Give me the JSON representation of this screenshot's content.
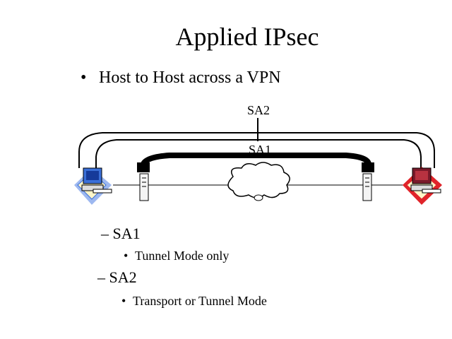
{
  "slide": {
    "title": "Applied IPsec",
    "bullet_marker": "•",
    "bullet": "Host to Host across a VPN",
    "diagram": {
      "sa2_label": "SA2",
      "sa1_label": "SA1",
      "icons": [
        "host-computer-icon",
        "vpn-gateway-icon",
        "internet-cloud-icon",
        "vpn-gateway-icon",
        "host-computer-icon"
      ],
      "colors": {
        "left_host_accent": "#3a6fd8",
        "right_host_accent": "#e0242a",
        "tunnel": "#000000"
      }
    },
    "items": [
      {
        "dash": "–",
        "label": "SA1",
        "detail_marker": "•",
        "detail": "Tunnel Mode only"
      },
      {
        "dash": "–",
        "label": "SA2",
        "detail_marker": "•",
        "detail": "Transport or Tunnel Mode"
      }
    ]
  }
}
